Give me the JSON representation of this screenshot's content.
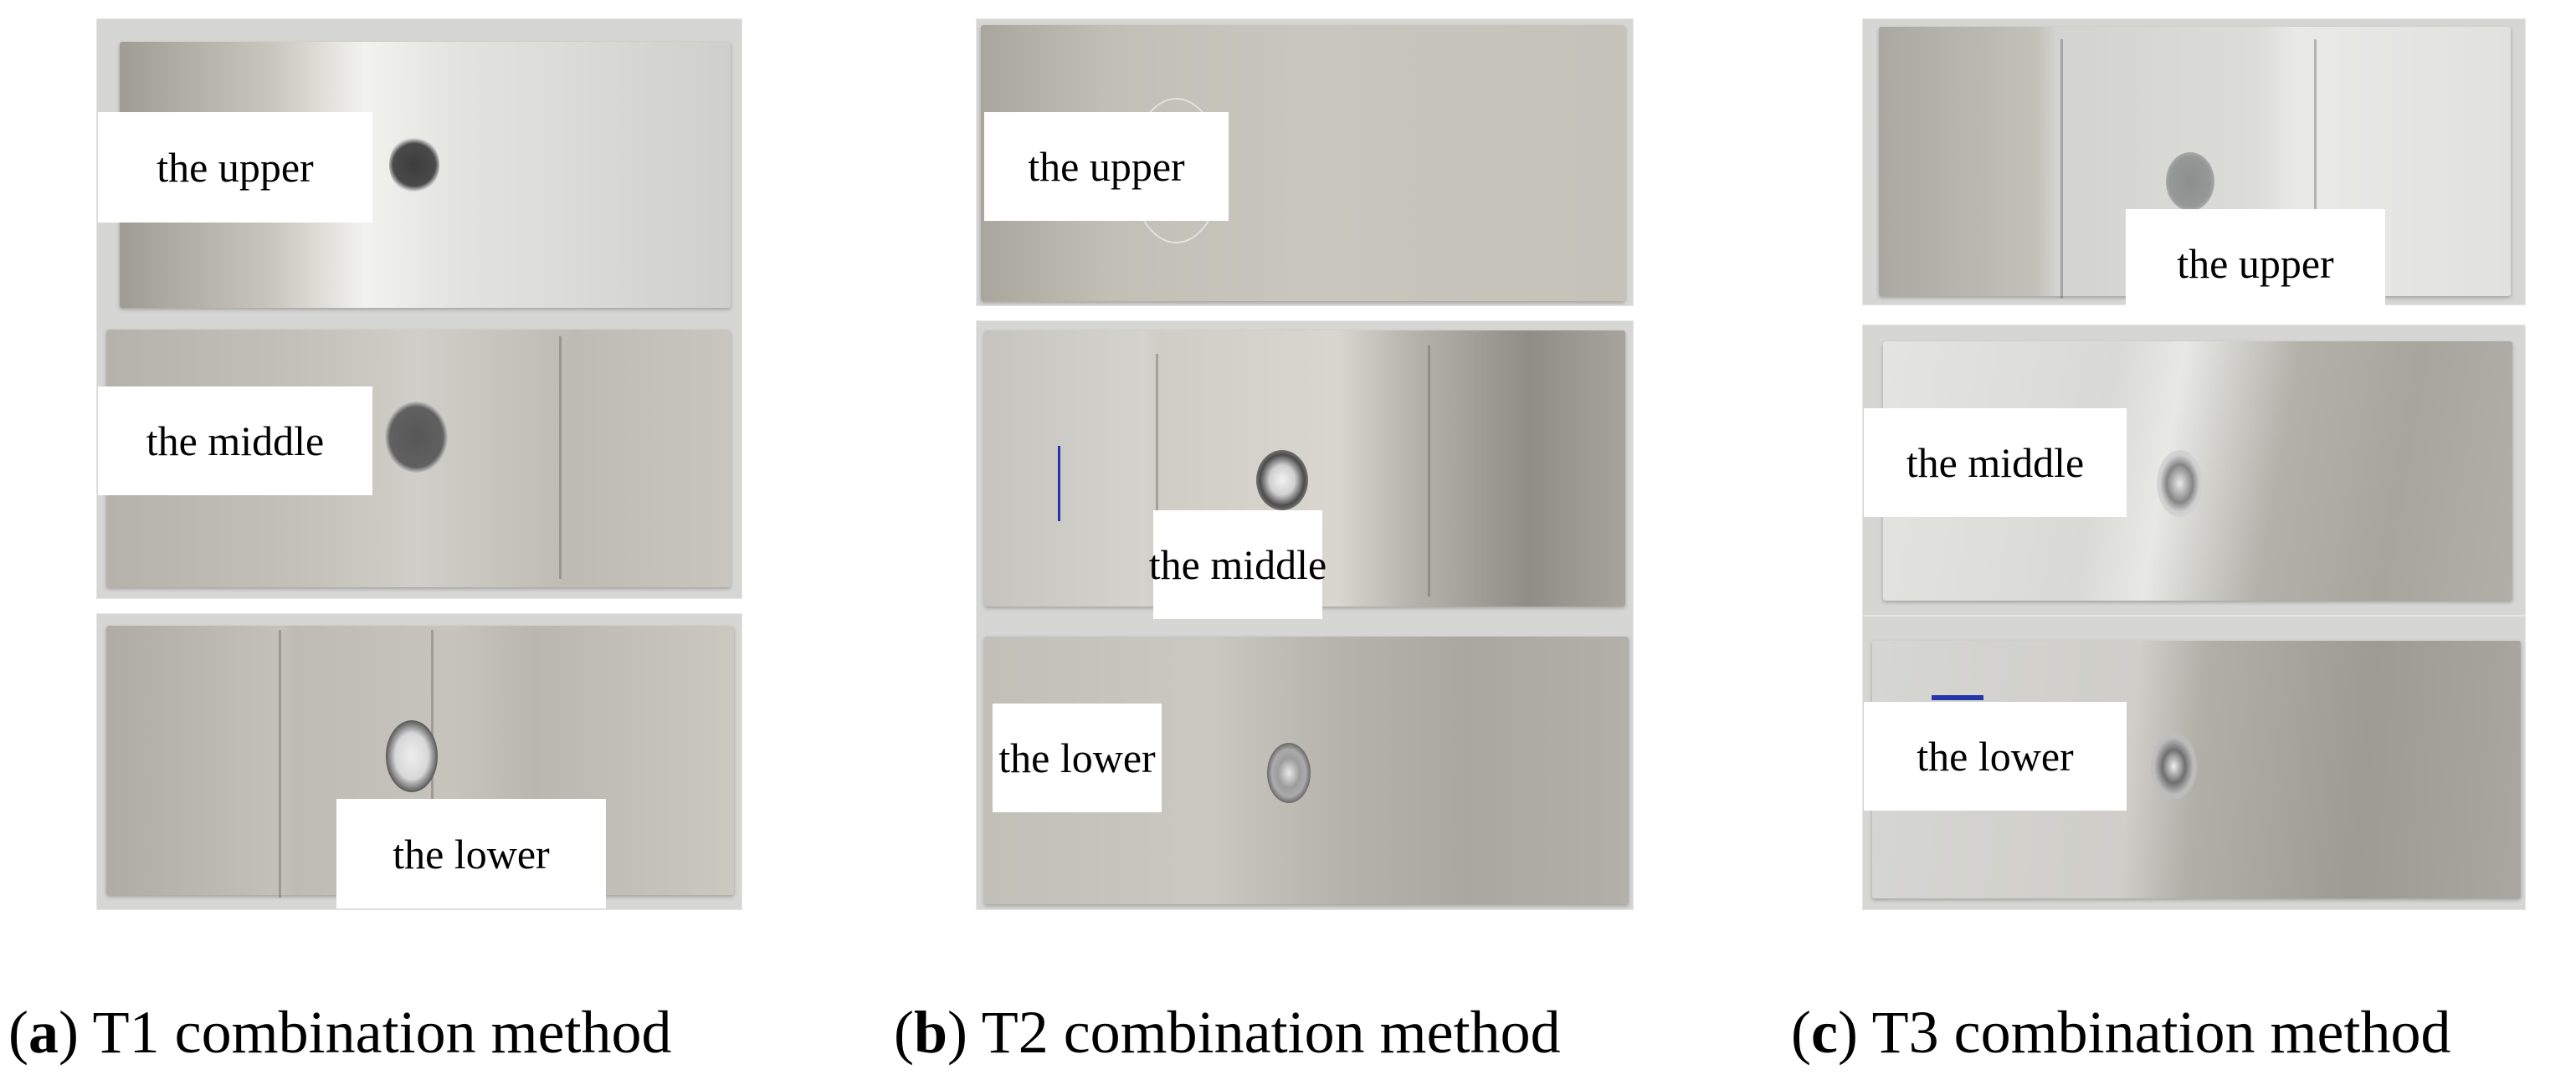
{
  "figure": {
    "panels": [
      {
        "id": "a",
        "caption_letter": "a",
        "caption_text": "T1 combination method",
        "labels": {
          "upper": "the upper",
          "middle": "the middle",
          "lower": "the lower"
        }
      },
      {
        "id": "b",
        "caption_letter": "b",
        "caption_text": "T2 combination method",
        "labels": {
          "upper": "the upper",
          "middle": "the middle",
          "lower": "the lower"
        }
      },
      {
        "id": "c",
        "caption_letter": "c",
        "caption_text": "T3 combination method",
        "labels": {
          "upper": "the upper",
          "middle": "the middle",
          "lower": "the lower"
        }
      }
    ],
    "colors": {
      "background": "#ffffff",
      "photo_backdrop": "#d6d7d4",
      "metal_light": "#d4d3cc",
      "metal_mid": "#b8b6ad",
      "metal_dark": "#8f8d86",
      "label_background": "#ffffff",
      "text": "#000000",
      "pen_mark": "#2636a8"
    }
  }
}
